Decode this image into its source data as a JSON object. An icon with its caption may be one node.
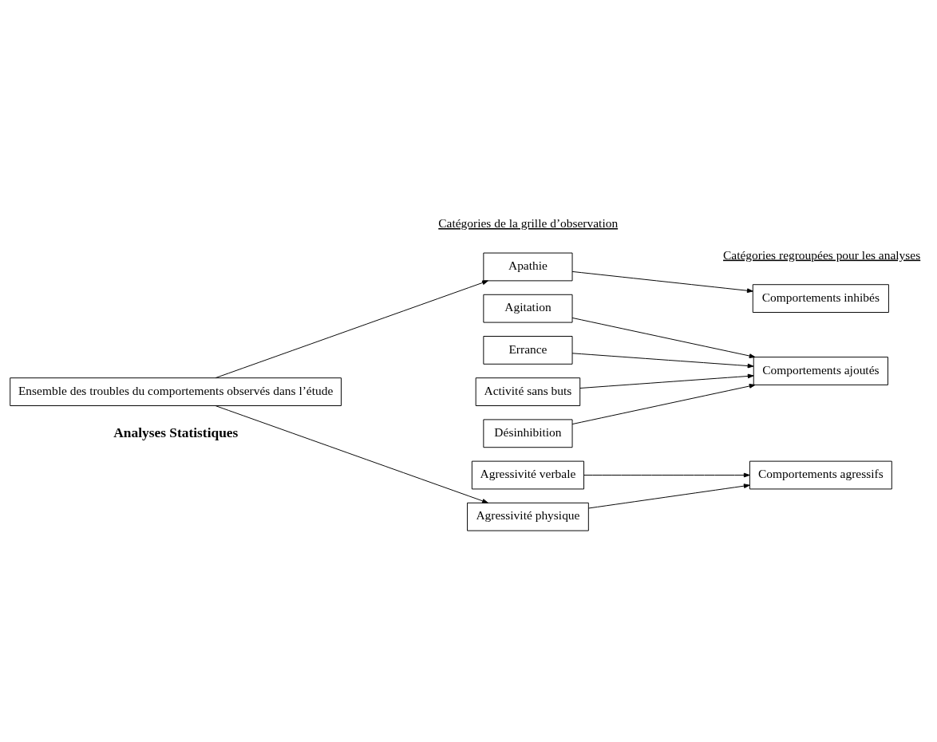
{
  "diagram": {
    "nodes": [
      {
        "text": [
          "Ensemble des troubles du comportements observés dans l’étude"
        ]
      },
      {
        "text": [
          "Apathie"
        ]
      },
      {
        "text": [
          "Agitation"
        ]
      },
      {
        "text": [
          "Errance"
        ]
      },
      {
        "text": [
          "Activité sans buts"
        ]
      },
      {
        "text": [
          "Désinhibition"
        ]
      },
      {
        "text": [
          "Agressivité verbale"
        ]
      },
      {
        "text": [
          "Agressivité physique"
        ]
      },
      {
        "text": [
          "Comportements inhibés"
        ]
      },
      {
        "text": [
          "Comportements ajoutés"
        ]
      },
      {
        "text": [
          "Comportements agressifs"
        ]
      }
    ],
    "edges": [
      {
        "from": 0,
        "to": 1,
        "arrow": "to"
      },
      {
        "from": 0,
        "to": 7,
        "arrow": "to"
      },
      {
        "from": 1,
        "to": 8,
        "arrow": "to"
      },
      {
        "from": 2,
        "to": 9,
        "arrow": "to"
      },
      {
        "from": 3,
        "to": 9,
        "arrow": "to"
      },
      {
        "from": 4,
        "to": 9,
        "arrow": "to"
      },
      {
        "from": 5,
        "to": 9,
        "arrow": "to"
      },
      {
        "from": 6,
        "to": 10,
        "arrow": "to"
      },
      {
        "from": 7,
        "to": 10,
        "arrow": "to"
      }
    ],
    "labels": [
      "Catégories de la grille d’observation",
      "Catégories regroupées pour les analyses",
      "Analyses Statistiques"
    ]
  }
}
